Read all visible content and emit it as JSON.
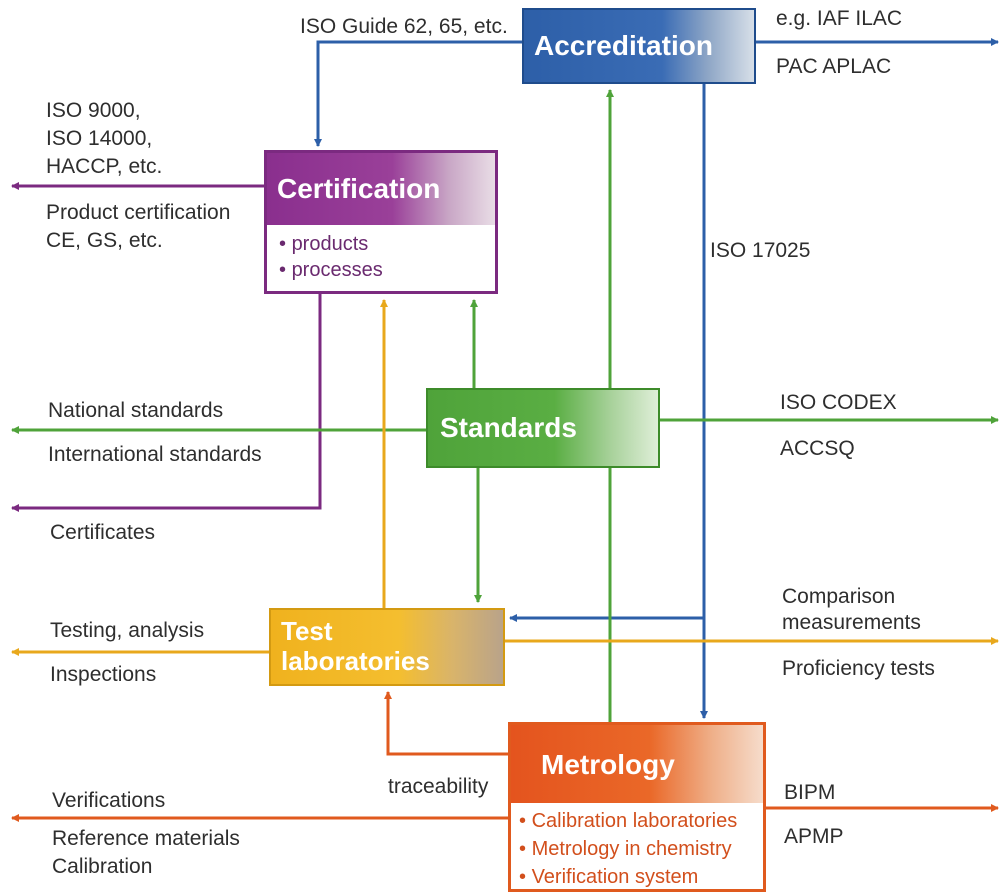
{
  "boxes": {
    "accreditation": {
      "title": "Accreditation"
    },
    "certification": {
      "title": "Certification",
      "items": [
        "products",
        "processes"
      ]
    },
    "standards": {
      "title": "Standards"
    },
    "test_laboratories": {
      "title": "Test laboratories"
    },
    "metrology": {
      "title": "Metrology",
      "items": [
        "Calibration laboratories",
        "Metrology in chemistry",
        "Verification system"
      ]
    }
  },
  "labels": {
    "iso_guide": "ISO Guide 62, 65, etc.",
    "iaf_ilac": "e.g. IAF ILAC",
    "pac_aplac": "PAC APLAC",
    "iso_9000": "ISO 9000,",
    "iso_14000": "ISO 14000,",
    "haccp": "HACCP, etc.",
    "product_certification": "Product certification",
    "ce_gs": "CE, GS, etc.",
    "iso_17025": "ISO 17025",
    "national_standards": "National standards",
    "international_standards": "International standards",
    "iso_codex": "ISO CODEX",
    "accsq": "ACCSQ",
    "certificates": "Certificates",
    "testing_analysis": "Testing, analysis",
    "inspections": "Inspections",
    "comparison": "Comparison",
    "measurements": "measurements",
    "proficiency_tests": "Proficiency tests",
    "traceability": "traceability",
    "verifications": "Verifications",
    "reference_materials": "Reference materials",
    "calibration": "Calibration",
    "bipm": "BIPM",
    "apmp": "APMP"
  },
  "colors": {
    "accreditation": "#2d5fa8",
    "certification": "#7b2a80",
    "standards": "#4fa33a",
    "test_laboratories": "#e8a81c",
    "metrology": "#e05a1e"
  }
}
